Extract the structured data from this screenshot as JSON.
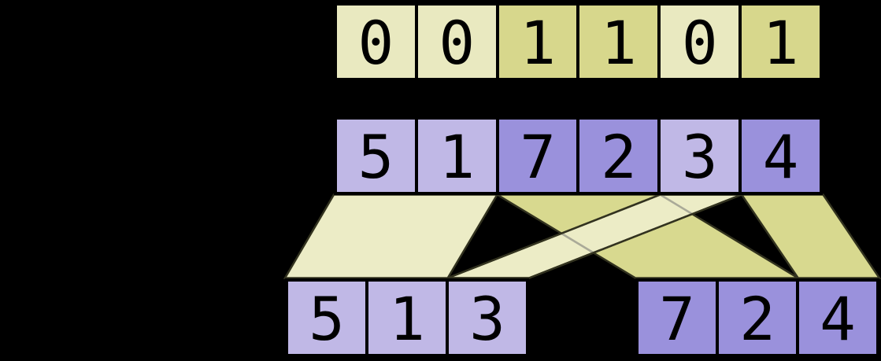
{
  "diagram": {
    "type": "bitmask-partition",
    "description_visible_text_only": true,
    "rows": {
      "mask": {
        "values": [
          "0",
          "0",
          "1",
          "1",
          "0",
          "1"
        ]
      },
      "input": {
        "values": [
          "5",
          "1",
          "7",
          "2",
          "3",
          "4"
        ]
      },
      "output_left": {
        "values": [
          "5",
          "1",
          "3"
        ]
      },
      "output_right": {
        "values": [
          "7",
          "2",
          "4"
        ]
      }
    }
  },
  "colors": {
    "background": "#000000",
    "mask_zero_cell": "#e9e9c0",
    "mask_one_cell": "#d7d78c",
    "value_zero_cell": "#c0b8e6",
    "value_one_cell": "#9a91dc",
    "band_light": "#ececc6",
    "band_dark": "#d8d98f",
    "band_edge": "#32321f",
    "band_edge_occluded": "#aaaa98",
    "cell_border": "#000000",
    "digit": "#000000"
  }
}
